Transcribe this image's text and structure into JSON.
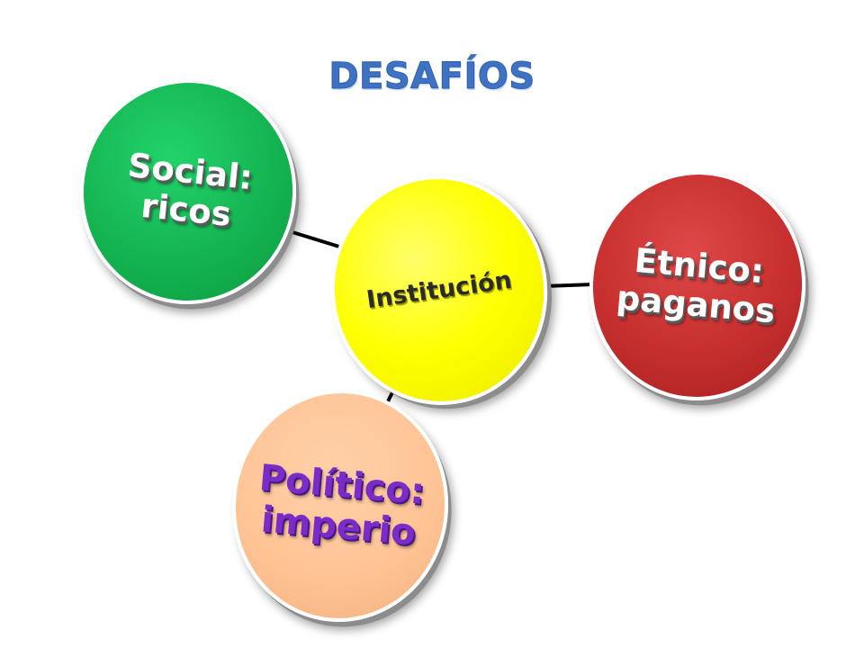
{
  "title": "DESAFÍOS",
  "hub": {
    "label": "Institución",
    "color": "#ffff00"
  },
  "challenges": [
    {
      "label": "Social:\nricos",
      "color": "#14b451"
    },
    {
      "label": "Étnico:\npaganos",
      "color": "#c72f2f"
    },
    {
      "label": "Político:\nimperio",
      "color": "#ffc496",
      "text_color": "#7a2bc8"
    }
  ],
  "colors": {
    "title": "#3f72c2",
    "connector": "#000000"
  }
}
